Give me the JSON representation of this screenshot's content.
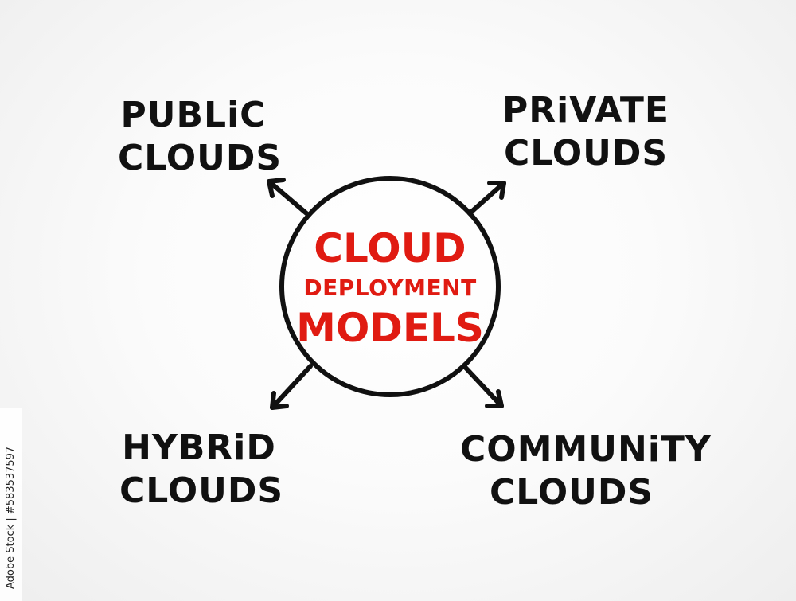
{
  "diagram": {
    "center": {
      "line1": "CLOUD",
      "line2": "DEPLOYMENT",
      "line3": "MODELS"
    },
    "nodes": {
      "public": {
        "line1": "PUBLiC",
        "line2": "CLOUDS"
      },
      "private": {
        "line1": "PRiVATE",
        "line2": "CLOUDS"
      },
      "hybrid": {
        "line1": "HYBRiD",
        "line2": "CLOUDS"
      },
      "community": {
        "line1": "COMMUNiTY",
        "line2": "CLOUDS"
      }
    }
  },
  "watermark": {
    "text": "Adobe Stock | #583537597"
  },
  "colors": {
    "center_text": "#e01b12",
    "ink": "#111111",
    "background": "#f7f7f7"
  }
}
